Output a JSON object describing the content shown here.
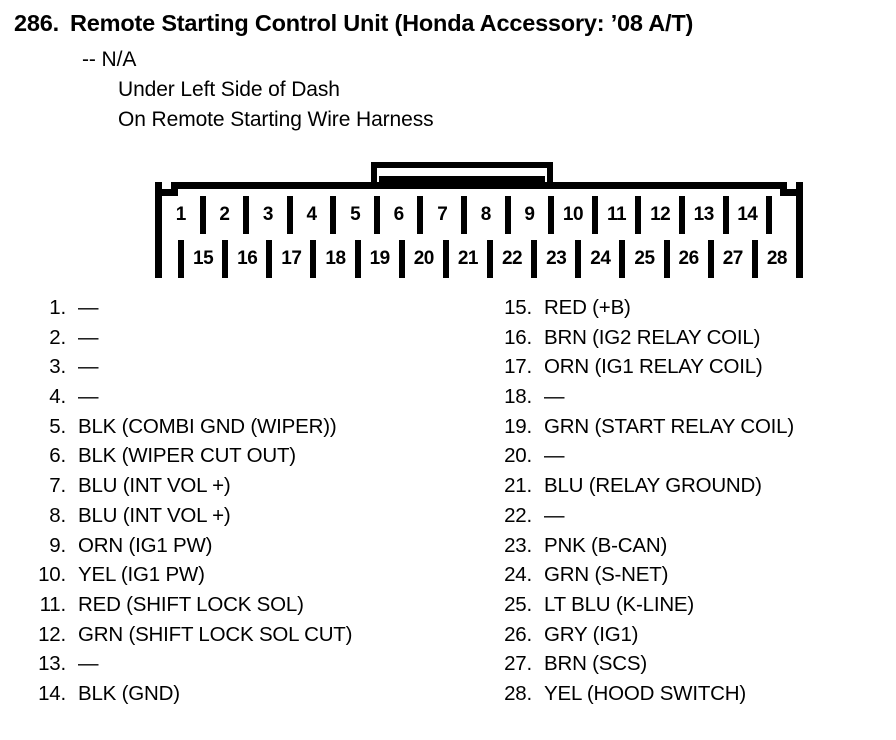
{
  "header": {
    "item_number": "286.",
    "title": "Remote Starting Control Unit (Honda Accessory: ’08 A/T)",
    "connector_id": "-- N/A",
    "location_line1": "Under Left Side of Dash",
    "location_line2": "On Remote Starting Wire Harness"
  },
  "connector": {
    "top_row": [
      "1",
      "2",
      "3",
      "4",
      "5",
      "6",
      "7",
      "8",
      "9",
      "10",
      "11",
      "12",
      "13",
      "14",
      ""
    ],
    "bottom_row": [
      "",
      "15",
      "16",
      "17",
      "18",
      "19",
      "20",
      "21",
      "22",
      "23",
      "24",
      "25",
      "26",
      "27",
      "28"
    ]
  },
  "pins_left": [
    {
      "num": "1.",
      "desc": "—"
    },
    {
      "num": "2.",
      "desc": "—"
    },
    {
      "num": "3.",
      "desc": "—"
    },
    {
      "num": "4.",
      "desc": "—"
    },
    {
      "num": "5.",
      "desc": "BLK (COMBI GND (WIPER))"
    },
    {
      "num": "6.",
      "desc": "BLK (WIPER CUT OUT)"
    },
    {
      "num": "7.",
      "desc": "BLU (INT VOL +)"
    },
    {
      "num": "8.",
      "desc": "BLU (INT VOL +)"
    },
    {
      "num": "9.",
      "desc": "ORN (IG1 PW)"
    },
    {
      "num": "10.",
      "desc": "YEL (IG1 PW)"
    },
    {
      "num": "11.",
      "desc": "RED (SHIFT LOCK SOL)"
    },
    {
      "num": "12.",
      "desc": "GRN (SHIFT LOCK SOL CUT)"
    },
    {
      "num": "13.",
      "desc": "—"
    },
    {
      "num": "14.",
      "desc": "BLK (GND)"
    }
  ],
  "pins_right": [
    {
      "num": "15.",
      "desc": "RED (+B)"
    },
    {
      "num": "16.",
      "desc": "BRN (IG2 RELAY COIL)"
    },
    {
      "num": "17.",
      "desc": "ORN (IG1 RELAY COIL)"
    },
    {
      "num": "18.",
      "desc": "—"
    },
    {
      "num": "19.",
      "desc": "GRN (START RELAY COIL)"
    },
    {
      "num": "20.",
      "desc": "—"
    },
    {
      "num": "21.",
      "desc": "BLU (RELAY GROUND)"
    },
    {
      "num": "22.",
      "desc": "—"
    },
    {
      "num": "23.",
      "desc": "PNK (B-CAN)"
    },
    {
      "num": "24.",
      "desc": "GRN (S-NET)"
    },
    {
      "num": "25.",
      "desc": "LT BLU (K-LINE)"
    },
    {
      "num": "26.",
      "desc": "GRY (IG1)"
    },
    {
      "num": "27.",
      "desc": "BRN (SCS)"
    },
    {
      "num": "28.",
      "desc": "YEL (HOOD SWITCH)"
    }
  ],
  "colors": {
    "ink": "#000000",
    "paper": "#ffffff"
  }
}
